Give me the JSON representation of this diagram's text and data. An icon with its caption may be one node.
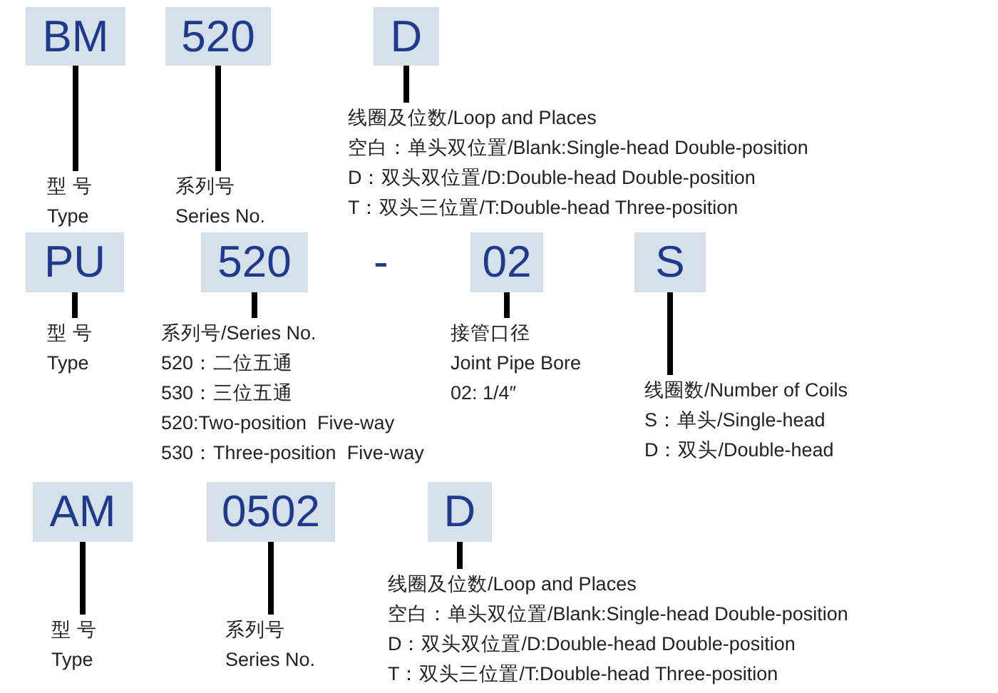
{
  "diagram": {
    "nodes": [
      {
        "text": [
          "BM"
        ]
      },
      {
        "text": [
          "520"
        ]
      },
      {
        "text": [
          "D"
        ]
      },
      {
        "text": [
          "型 号",
          "Type"
        ]
      },
      {
        "text": [
          "系列号",
          "Series No."
        ]
      },
      {
        "text": [
          "线圈及位数/Loop and Places",
          "空白：单头双位置/Blank:Single-head Double-position",
          "D：双头双位置/D:Double-head Double-position",
          "T：双头三位置/T:Double-head Three-position"
        ]
      },
      {
        "text": [
          "PU"
        ]
      },
      {
        "text": [
          "520"
        ]
      },
      {
        "text": [
          "02"
        ]
      },
      {
        "text": [
          "S"
        ]
      },
      {
        "text": [
          "型 号",
          "Type"
        ]
      },
      {
        "text": [
          "系列号/Series No.",
          "520：二位五通",
          "530：三位五通",
          "520:Two-position  Five-way",
          "530：Three-position  Five-way"
        ]
      },
      {
        "text": [
          "接管口径",
          "Joint Pipe Bore",
          "02: 1/4″"
        ]
      },
      {
        "text": [
          "线圈数/Number of Coils",
          "S：单头/Single-head",
          "D：双头/Double-head"
        ]
      },
      {
        "text": [
          "AM"
        ]
      },
      {
        "text": [
          "0502"
        ]
      },
      {
        "text": [
          "D"
        ]
      },
      {
        "text": [
          "型 号",
          "Type"
        ]
      },
      {
        "text": [
          "系列号",
          "Series No."
        ]
      },
      {
        "text": [
          "线圈及位数/Loop and Places",
          "空白：单头双位置/Blank:Single-head Double-position",
          "D：双头双位置/D:Double-head Double-position",
          "T：双头三位置/T:Double-head Three-position"
        ]
      }
    ],
    "edges": [
      {
        "from": 0,
        "to": 3,
        "arrow": "none"
      },
      {
        "from": 1,
        "to": 4,
        "arrow": "none"
      },
      {
        "from": 2,
        "to": 5,
        "arrow": "none"
      },
      {
        "from": 6,
        "to": 10,
        "arrow": "none"
      },
      {
        "from": 7,
        "to": 11,
        "arrow": "none"
      },
      {
        "from": 8,
        "to": 12,
        "arrow": "none"
      },
      {
        "from": 9,
        "to": 13,
        "arrow": "none"
      },
      {
        "from": 14,
        "to": 17,
        "arrow": "none"
      },
      {
        "from": 15,
        "to": 18,
        "arrow": "none"
      },
      {
        "from": 16,
        "to": 19,
        "arrow": "none"
      }
    ],
    "labels": [
      "-"
    ]
  }
}
